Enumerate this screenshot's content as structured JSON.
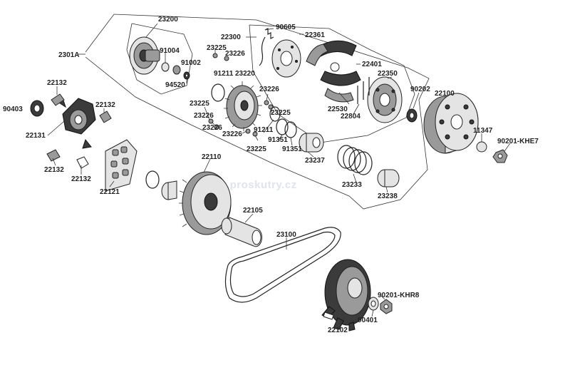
{
  "diagram": {
    "watermark": "www.proskutry.cz",
    "labels": {
      "l23200": "23200",
      "l2301a": "2301A",
      "l91004": "91004",
      "l91002": "91002",
      "l94520": "94520",
      "l22300": "22300",
      "l90605": "90605",
      "l22361": "22361",
      "l23225a": "23225",
      "l23226a": "23226",
      "l91211a": "91211",
      "l23220": "23220",
      "l22401": "22401",
      "l22350": "22350",
      "l90202": "90202",
      "l22100": "22100",
      "l22132a": "22132",
      "l90403": "90403",
      "l22132b": "22132",
      "l22131": "22131",
      "l22132c": "22132",
      "l22132d": "22132",
      "l22121": "22121",
      "l23225b": "23225",
      "l23226b": "23226",
      "l23226c": "23226",
      "l23226d": "23226",
      "l23225c": "23225",
      "l91211b": "91211",
      "l23226e": "23226",
      "l23225d": "23225",
      "l91351a": "91351",
      "l91351b": "91351",
      "l23237": "23237",
      "l22530": "22530",
      "l22804": "22804",
      "l11347": "11347",
      "l90201khe7": "90201-KHE7",
      "l22110": "22110",
      "l23233": "23233",
      "l23238": "23238",
      "l22105": "22105",
      "l23100": "23100",
      "l90201khr8": "90201-KHR8",
      "l90401": "90401",
      "l22102": "22102"
    }
  }
}
